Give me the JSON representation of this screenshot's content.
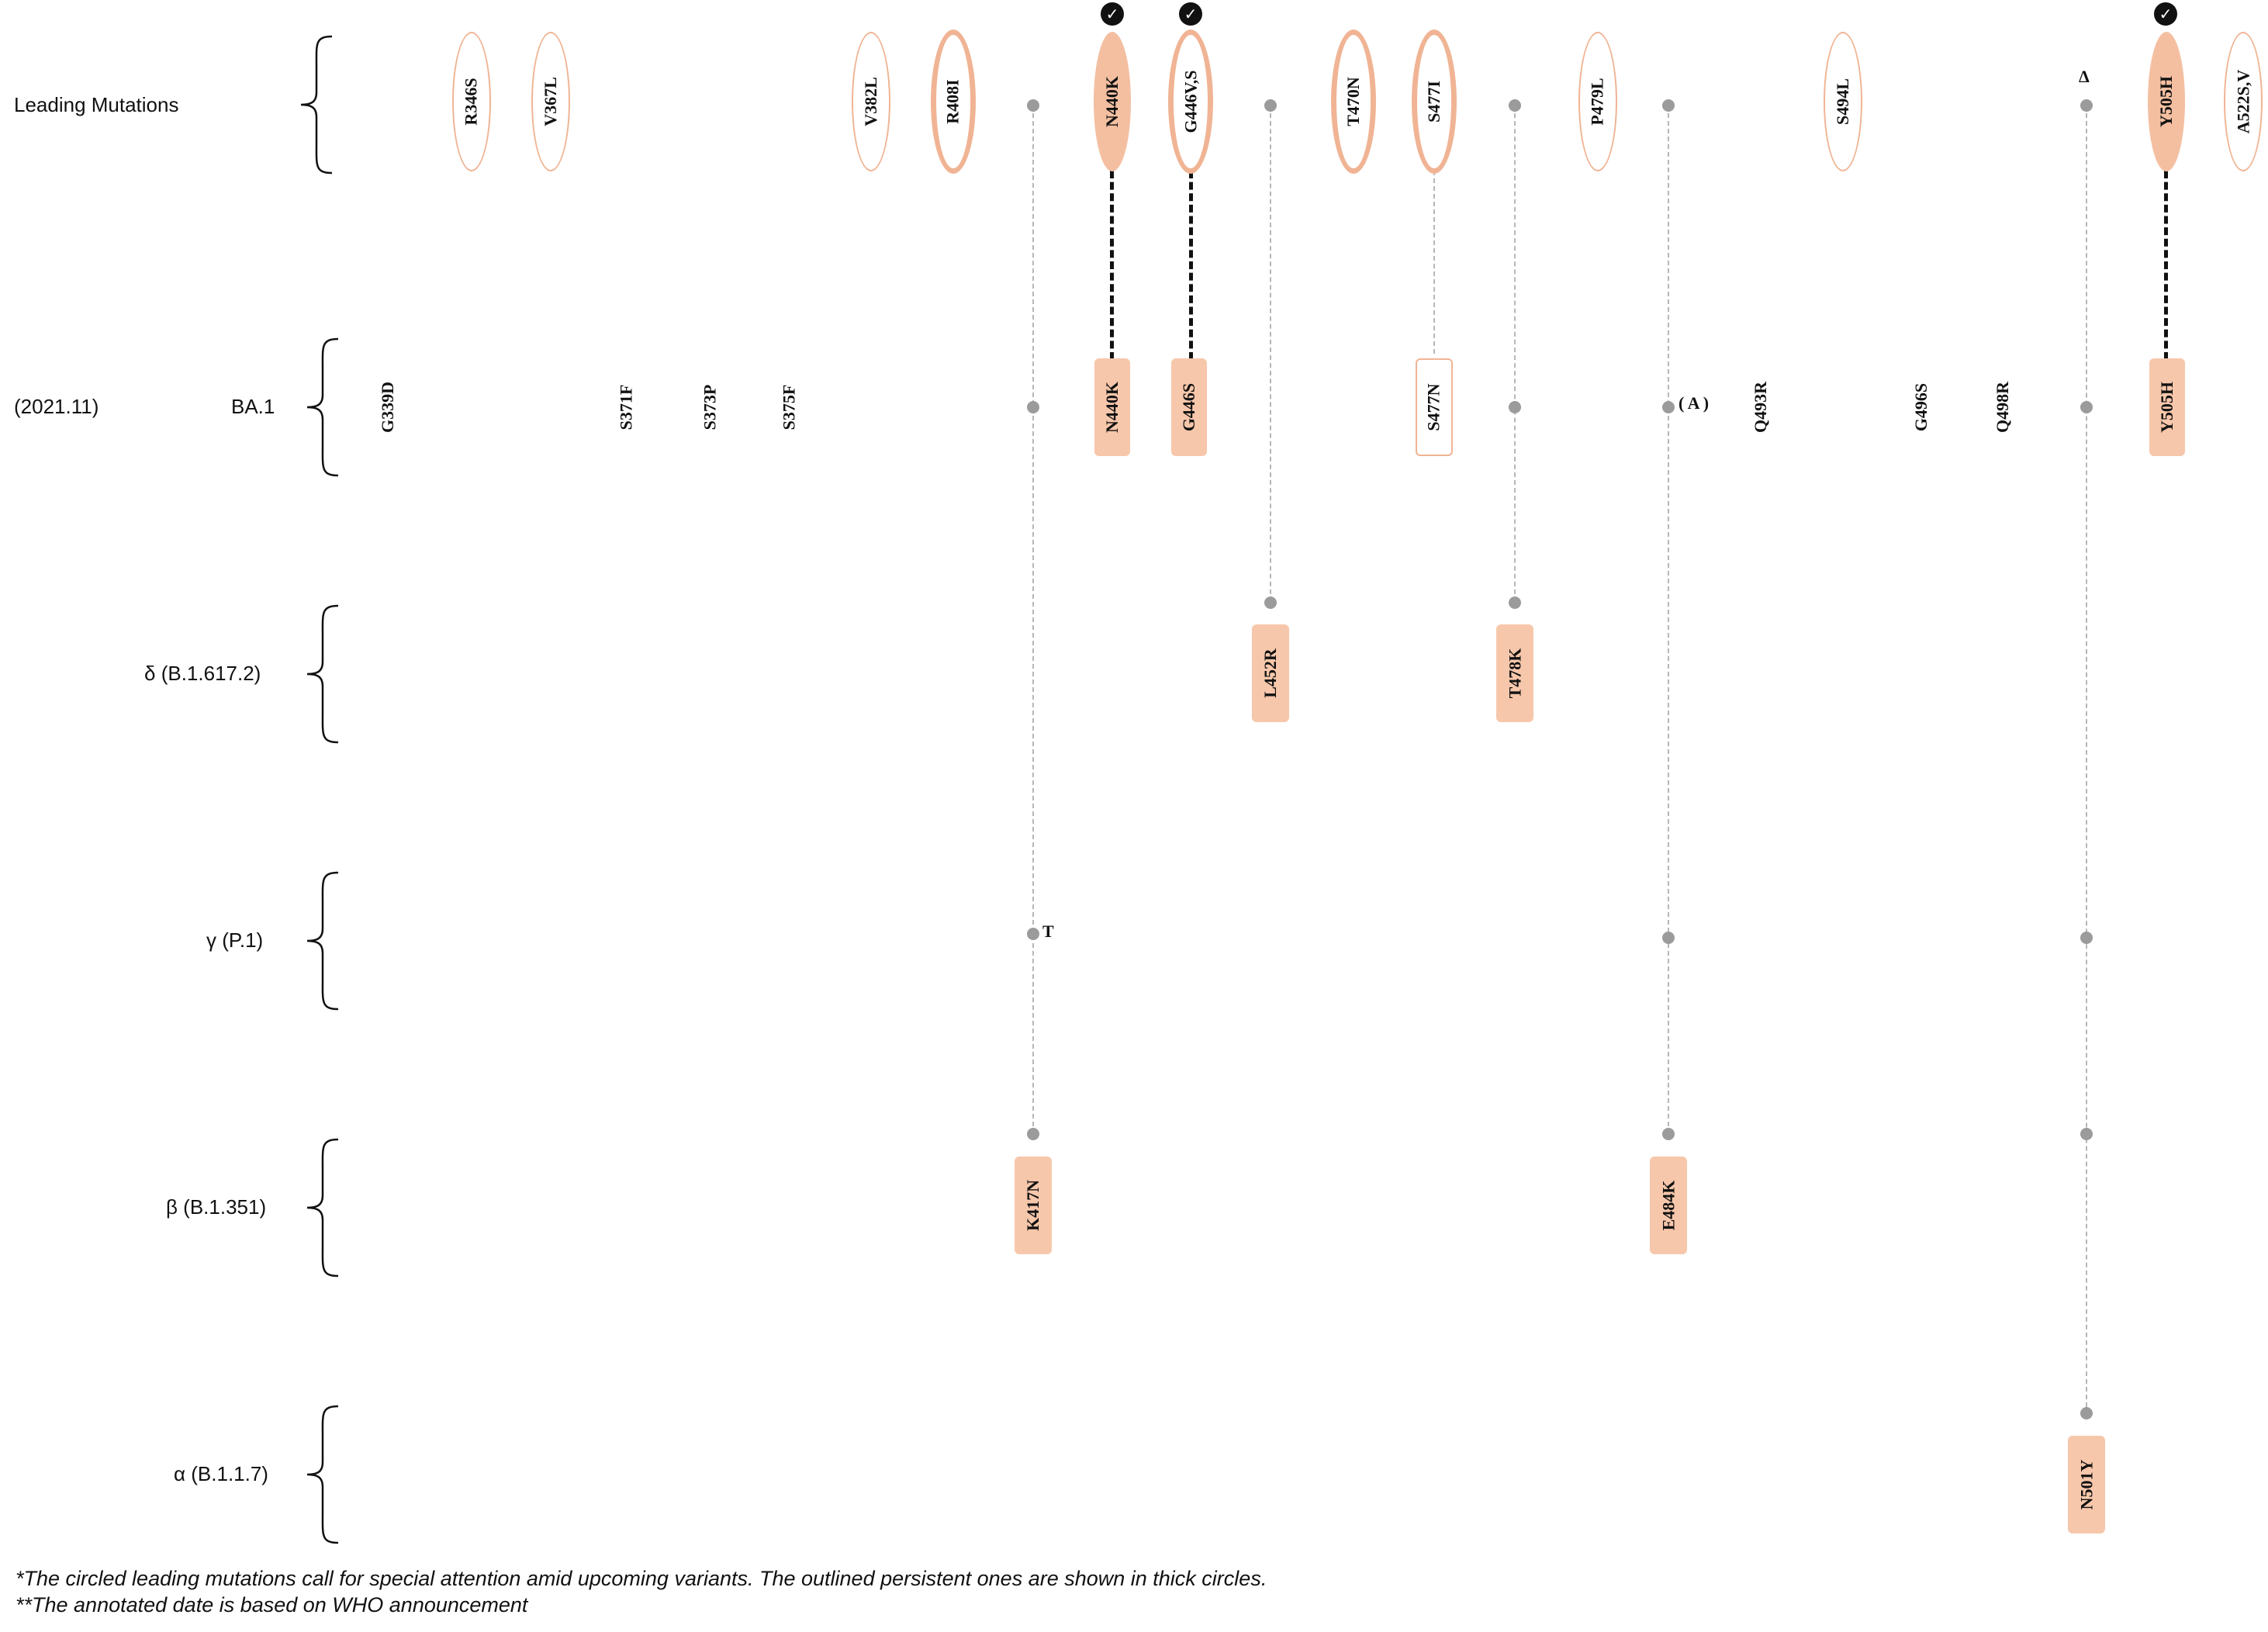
{
  "rows": {
    "leading": {
      "label": "Leading Mutations"
    },
    "ba1": {
      "date": "(2021.11)",
      "label": "BA.1"
    },
    "delta": {
      "label": "δ (B.1.617.2)"
    },
    "gamma": {
      "label": "γ (P.1)"
    },
    "beta": {
      "label": "β (B.1.351)"
    },
    "alpha": {
      "label": "α (B.1.1.7)"
    }
  },
  "leading_mutations": [
    "R346S",
    "V367L",
    "V382L",
    "R408I",
    "N440K",
    "G446V,S",
    "T470N",
    "S477I",
    "P479L",
    "S494L",
    "Y505H",
    "A522S,V"
  ],
  "ba1_mutations": [
    "G339D",
    "S371F",
    "S373P",
    "S375F",
    "N440K",
    "G446S",
    "S477N",
    "Q493R",
    "G496S",
    "Q498R",
    "Y505H"
  ],
  "delta_mutations": [
    "L452R",
    "T478K"
  ],
  "beta_mutations": [
    "K417N",
    "E484K"
  ],
  "alpha_mutations": [
    "N501Y"
  ],
  "annotations": {
    "ba1_e484": "( A )",
    "gamma_k417": "T",
    "leading_n501": "Δ"
  },
  "footnotes": {
    "line1": "*The circled leading mutations call for special attention amid upcoming variants. The outlined persistent ones are shown in thick circles.",
    "line2": "**The annotated date is based on WHO announcement"
  },
  "colors": {
    "accent_fill": "#f7c7ab",
    "accent_outline": "#f0b494",
    "connector": "#b7b7b7",
    "dot": "#9b9b9b"
  }
}
